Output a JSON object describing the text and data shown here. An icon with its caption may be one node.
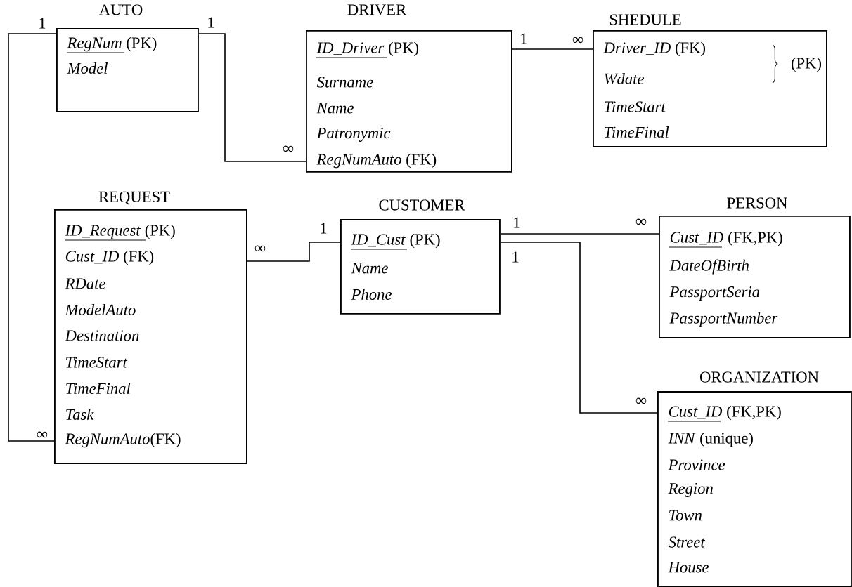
{
  "diagram": {
    "nodes": [
      {
        "text": [
          "AUTO",
          "*RegNum* (PK)",
          "Model"
        ]
      },
      {
        "text": [
          "DRIVER",
          "*ID_Driver* (PK)",
          "Surname",
          "Name",
          "Patronymic",
          "*RegNumAuto* (FK)"
        ]
      },
      {
        "text": [
          "SHEDULE",
          "*Driver_ID* (FK)",
          "Wdate",
          "(PK)",
          "TimeStart",
          "TimeFinal"
        ]
      },
      {
        "text": [
          "REQUEST",
          "*ID_Request* (PK)",
          "*Cust_ID* (FK)",
          "RDate",
          "ModelAuto",
          "Destination",
          "TimeStart",
          "TimeFinal",
          "Task",
          "*RegNumAuto*(FK)"
        ]
      },
      {
        "text": [
          "CUSTOMER",
          "*ID_Cust* (PK)",
          "Name",
          "Phone"
        ]
      },
      {
        "text": [
          "PERSON",
          "*Cust_ID* (FK,PK)",
          "DateOfBirth",
          "PassportSeria",
          "PassportNumber"
        ]
      },
      {
        "text": [
          "ORGANIZATION",
          "*Cust_ID* (FK,PK)",
          "*INN* (unique)",
          "Province",
          "Region",
          "Town",
          "Street",
          "House"
        ]
      }
    ],
    "edges": [
      {
        "from": 0,
        "to": 1,
        "arrow": "none"
      },
      {
        "from": 1,
        "to": 2,
        "arrow": "none"
      },
      {
        "from": 0,
        "to": 3,
        "arrow": "none"
      },
      {
        "from": 4,
        "to": 3,
        "arrow": "none"
      },
      {
        "from": 4,
        "to": 5,
        "arrow": "none"
      },
      {
        "from": 4,
        "to": 6,
        "arrow": "none"
      }
    ],
    "labels": [
      "1",
      "1",
      "1",
      "∞",
      "∞",
      "1",
      "1",
      "∞",
      "∞",
      "1",
      "∞",
      "∞"
    ]
  }
}
